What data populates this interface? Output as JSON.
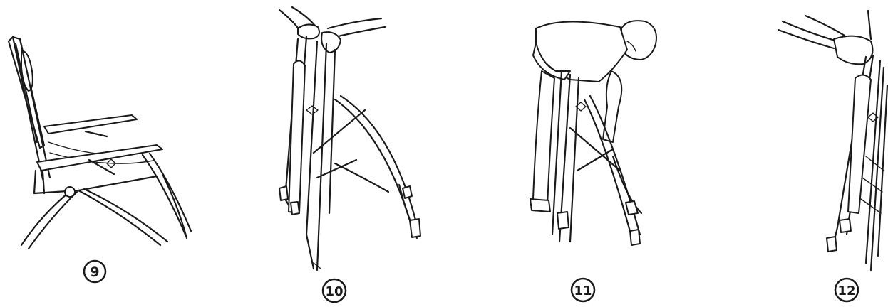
{
  "steps": [
    {
      "number": "9"
    },
    {
      "number": "10"
    },
    {
      "number": "11"
    },
    {
      "number": "12"
    }
  ]
}
